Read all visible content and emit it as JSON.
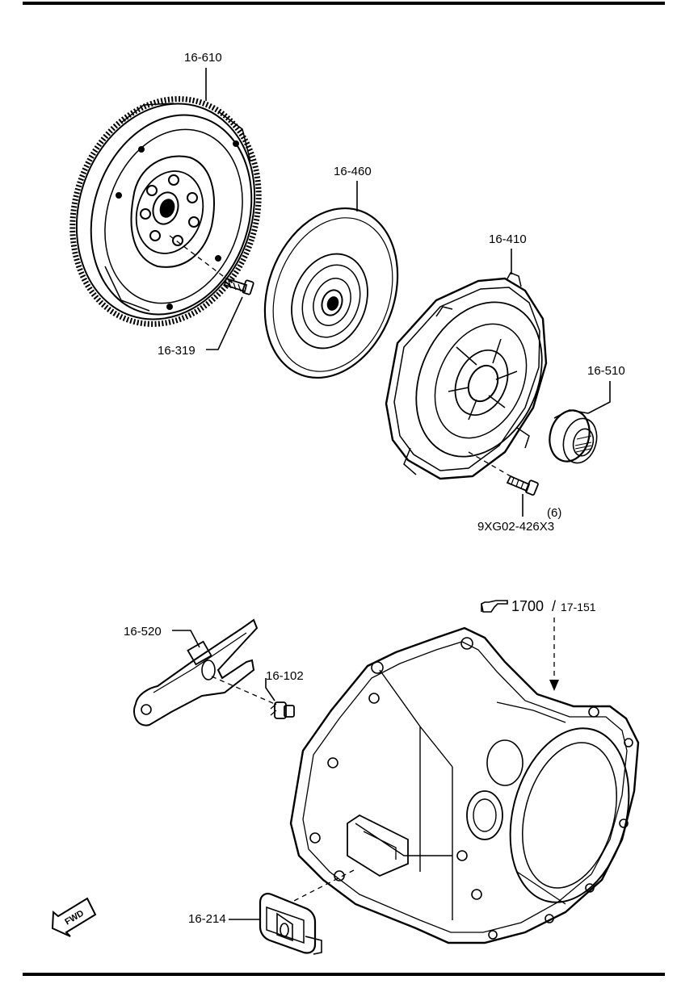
{
  "labels": {
    "flywheel": "16-610",
    "flywheel_bolt": "16-319",
    "clutch_disc": "16-460",
    "clutch_cover": "16-410",
    "release_bearing": "16-510",
    "cover_bolt_qty": "(6)",
    "cover_bolt": "9XG02-426X3",
    "release_fork": "16-520",
    "pivot_bolt": "16-102",
    "see_ref_main": "1700",
    "see_ref_sep": "/",
    "see_ref_sub": "17-151",
    "boot": "16-214",
    "fwd": "FWD"
  },
  "icons": {
    "see_reference": "pointing-hand-icon",
    "front_direction": "fwd-arrow-icon"
  },
  "colors": {
    "line": "#000000",
    "background": "#ffffff"
  }
}
